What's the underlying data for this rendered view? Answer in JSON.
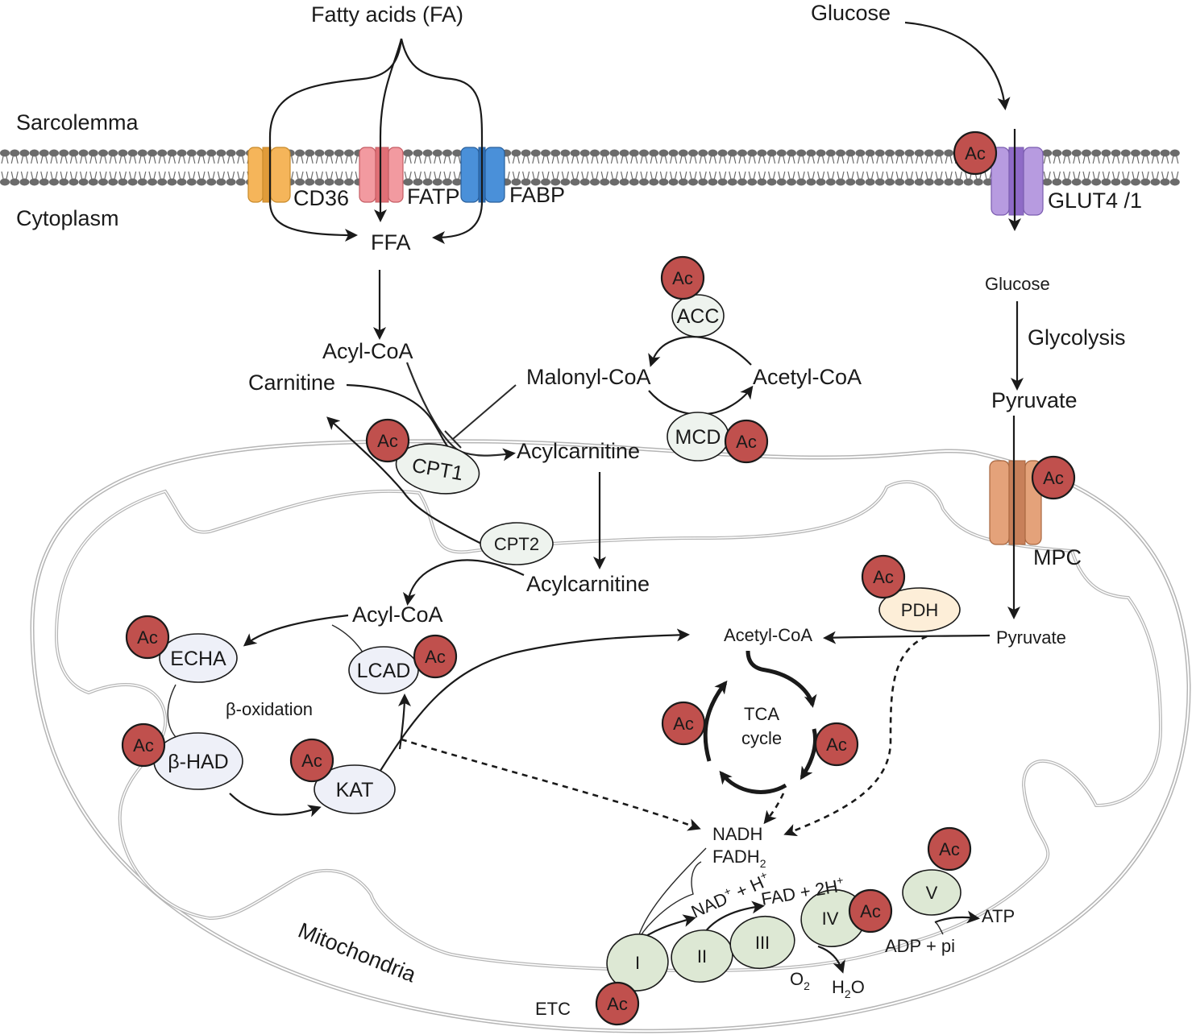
{
  "labels": {
    "fatty_acids": "Fatty acids (FA)",
    "glucose_top": "Glucose",
    "sarcolemma": "Sarcolemma",
    "cytoplasm": "Cytoplasm",
    "cd36": "CD36",
    "fatp": "FATP",
    "fabp": "FABP",
    "glut": "GLUT4 /1",
    "ffa": "FFA",
    "glucose_inner": "Glucose",
    "glycolysis": "Glycolysis",
    "pyruvate_cyto": "Pyruvate",
    "acyl_coa_cyto": "Acyl-CoA",
    "carnitine": "Carnitine",
    "malonyl_coa": "Malonyl-CoA",
    "acetyl_coa_cyto": "Acetyl-CoA",
    "acc": "ACC",
    "mcd": "MCD",
    "cpt1": "CPT1",
    "acylcarnitine_cyto": "Acylcarnitine",
    "cpt2": "CPT2",
    "acylcarnitine_mito": "Acylcarnitine",
    "mpc": "MPC",
    "pdh": "PDH",
    "acyl_coa_mito": "Acyl-CoA",
    "echa": "ECHA",
    "lcad": "LCAD",
    "beta_oxidation": "β-oxidation",
    "beta_had": "β-HAD",
    "kat": "KAT",
    "acetyl_coa_mito": "Acetyl-CoA",
    "pyruvate_mito": "Pyruvate",
    "tca_line1": "TCA",
    "tca_line2": "cycle",
    "nadh": "NADH",
    "fadh2_main": "FADH",
    "fadh2_sub": "2",
    "nad_main": "NAD",
    "nad_sup": "+",
    "nad_rest": " + H",
    "nad_sup2": "+",
    "fad_main": "FAD + 2H",
    "fad_sup": "+",
    "complex_1": "I",
    "complex_2": "II",
    "complex_3": "III",
    "complex_4": "IV",
    "complex_5": "V",
    "o2_main": "O",
    "o2_sub": "2",
    "h2o_h": "H",
    "h2o_sub": "2",
    "h2o_o": "O",
    "atp": "ATP",
    "adp": "ADP + pi",
    "mitochondria": "Mitochondria",
    "etc": "ETC",
    "ac": "Ac"
  },
  "colors": {
    "acetyl_mark": "#c0504d",
    "cd36": "#f5b55a",
    "fatp": "#f29aa0",
    "fabp": "#4a90d9",
    "glut": "#b79be0",
    "mpc": "#e4a27a",
    "pdh": "#fdeed8",
    "etc_complex": "#dde8d4",
    "membrane": "#6b6b6b",
    "mito_membrane": "#b5b5b5"
  }
}
